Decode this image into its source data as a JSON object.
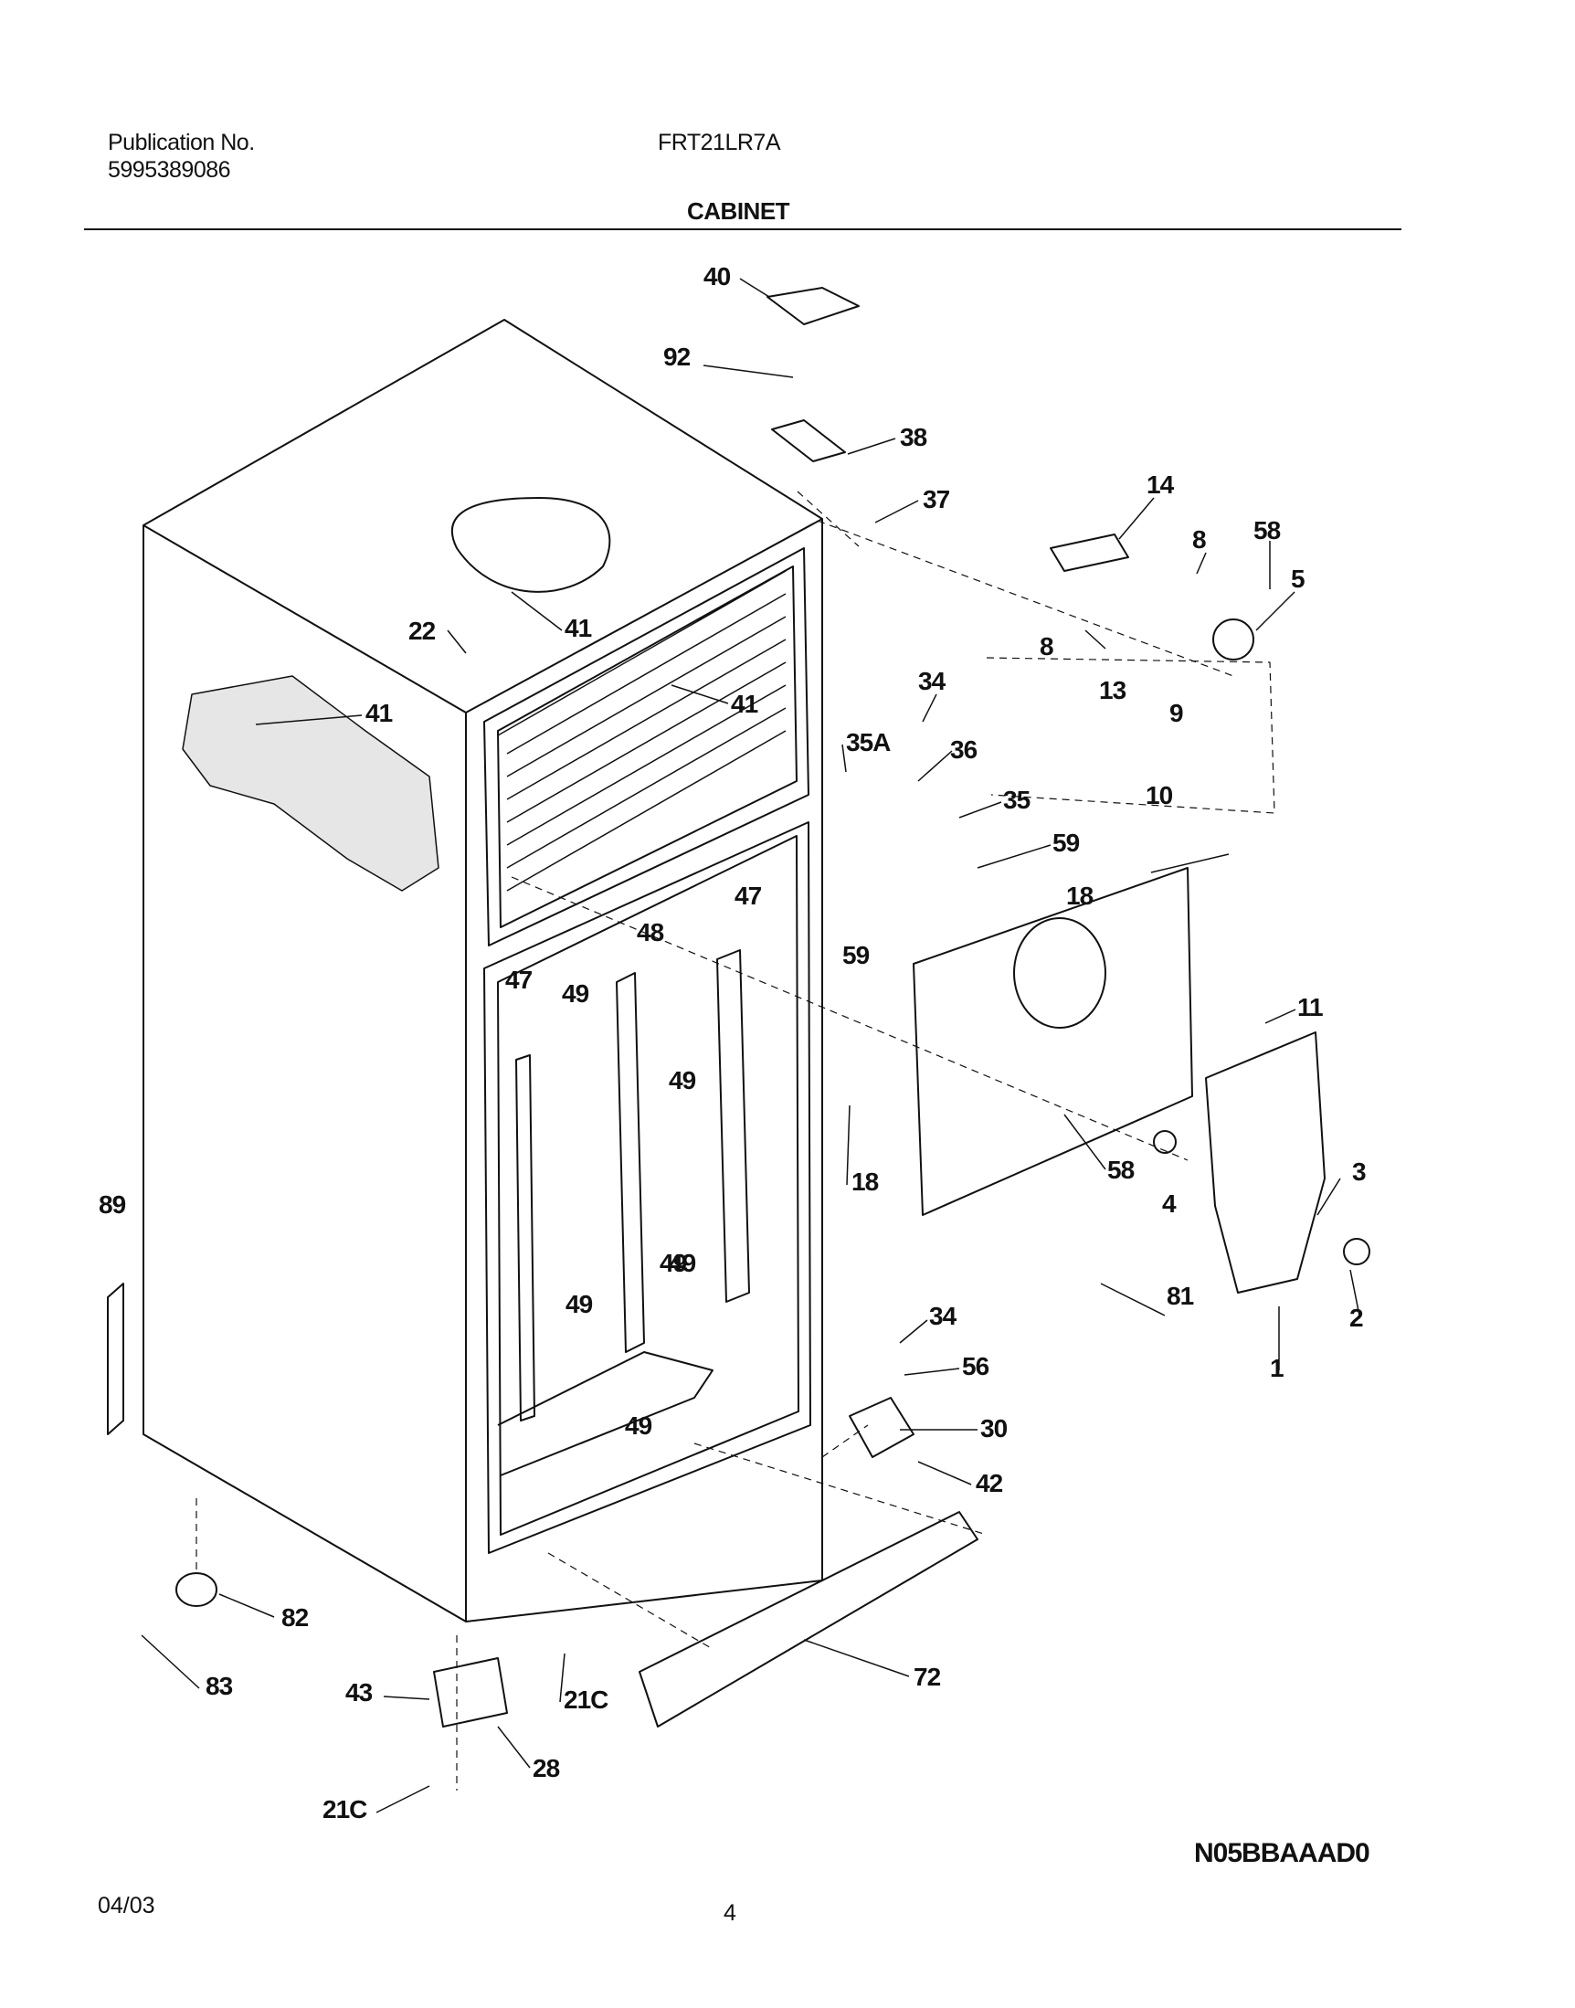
{
  "header": {
    "publication_label": "Publication No.",
    "publication_number": "5995389086",
    "model": "FRT21LR7A",
    "section_title": "CABINET"
  },
  "callouts": [
    "40",
    "92",
    "38",
    "37",
    "14",
    "8",
    "58",
    "5",
    "41",
    "22",
    "41",
    "41",
    "34",
    "36",
    "35A",
    "35",
    "59",
    "8",
    "13",
    "9",
    "10",
    "59",
    "18",
    "47",
    "48",
    "49",
    "47",
    "49",
    "49",
    "11",
    "18",
    "58",
    "4",
    "3",
    "89",
    "49",
    "49",
    "81",
    "2",
    "34",
    "56",
    "1",
    "30",
    "42",
    "49",
    "82",
    "72",
    "43",
    "83",
    "21C",
    "28",
    "21C"
  ],
  "drawing_id": "N05BBAAAD0",
  "footer": {
    "date": "04/03",
    "page": "4"
  }
}
